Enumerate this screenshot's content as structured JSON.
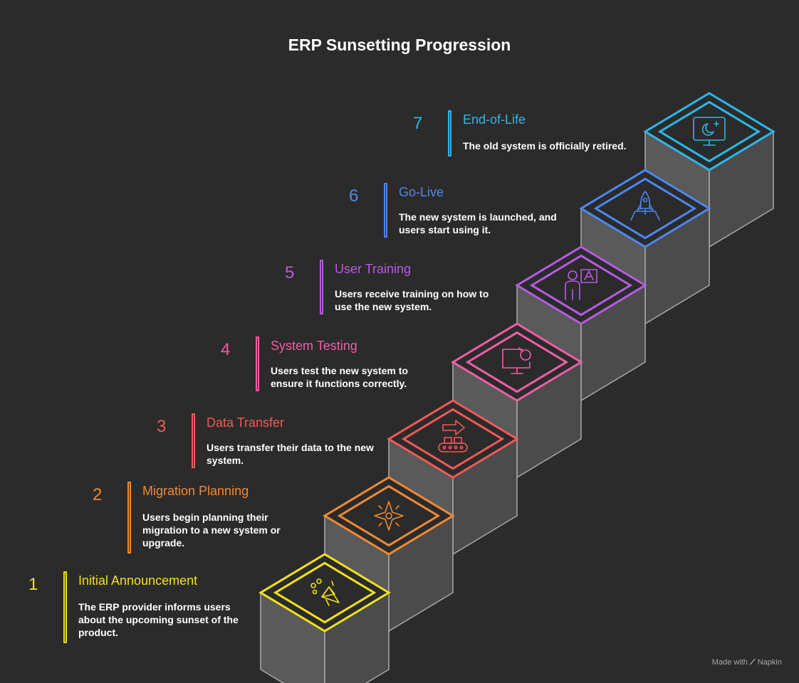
{
  "title": "ERP Sunsetting Progression",
  "steps": [
    {
      "number": "1",
      "title": "Initial Announcement",
      "description": "The ERP provider informs users about the upcoming sunset of the product.",
      "color": "#f0e21b",
      "icon": "megaphone-icon"
    },
    {
      "number": "2",
      "title": "Migration Planning",
      "description": "Users begin planning their migration to a new system or upgrade.",
      "color": "#f08a35",
      "icon": "compass-icon"
    },
    {
      "number": "3",
      "title": "Data Transfer",
      "description": "Users transfer their data to the new system.",
      "color": "#f05a56",
      "icon": "conveyor-icon"
    },
    {
      "number": "4",
      "title": "System Testing",
      "description": "Users test the new system to ensure it functions correctly.",
      "color": "#ee5fa5",
      "icon": "monitor-search-icon"
    },
    {
      "number": "5",
      "title": "User Training",
      "description": "Users receive training on how to use the new system.",
      "color": "#b65be3",
      "icon": "teacher-icon"
    },
    {
      "number": "6",
      "title": "Go-Live",
      "description": "The new system is launched, and users start using it.",
      "color": "#4f87f0",
      "icon": "rocket-icon"
    },
    {
      "number": "7",
      "title": "End-of-Life",
      "description": "The old system is officially retired.",
      "color": "#2cb8e8",
      "icon": "monitor-moon-icon"
    }
  ],
  "footer": {
    "made_with": "Made with",
    "brand": "Napkin"
  }
}
